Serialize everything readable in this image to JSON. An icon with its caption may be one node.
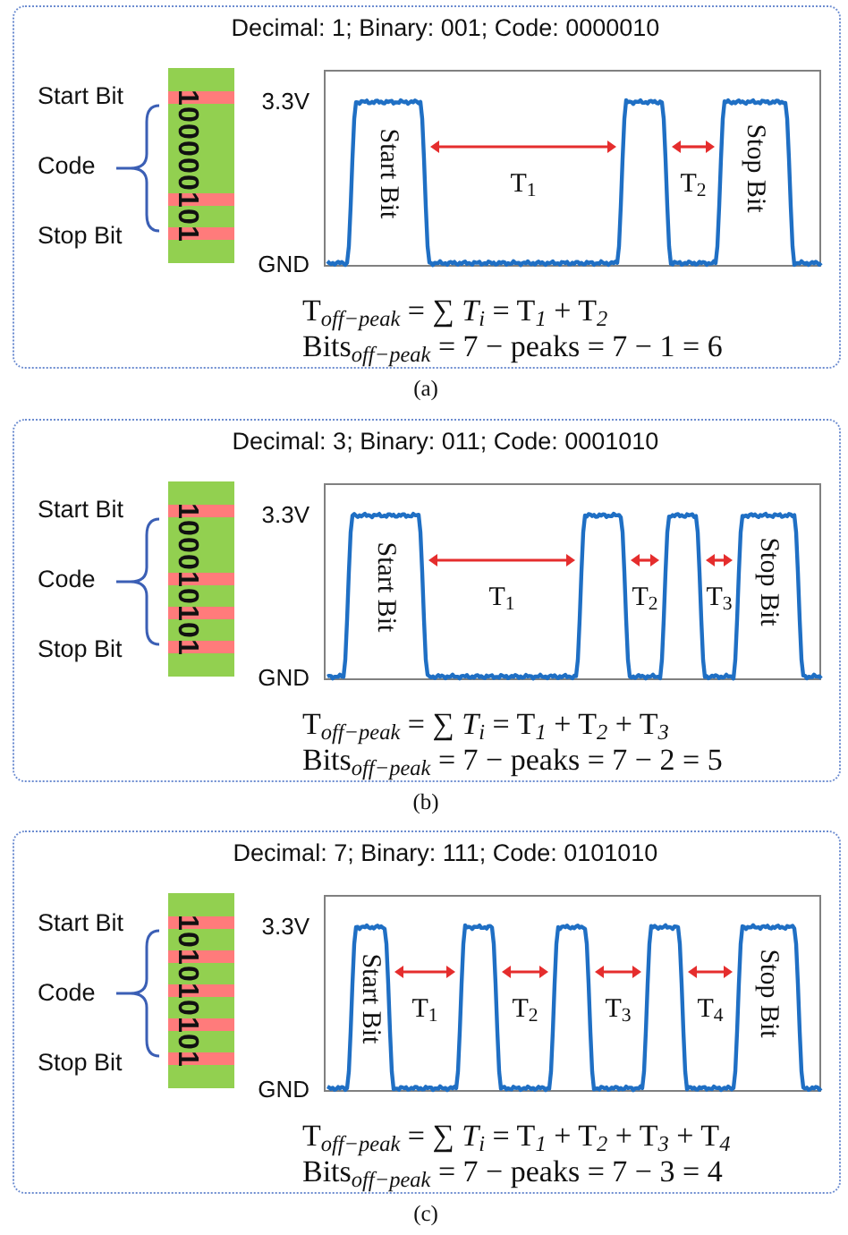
{
  "diagram": {
    "nodes": [
      {
        "text": [
          "Decimal: 1; Binary: 001; Code: 0000010"
        ],
        "beside": [
          "(a)"
        ]
      },
      {
        "text": [
          "100000101"
        ],
        "beside": [
          "Start Bit",
          "Code",
          "Stop Bit"
        ],
        "in": 0
      },
      {
        "text": [
          "Start Bit",
          "T$_{1}$",
          "T$_{2}$",
          "Stop Bit"
        ],
        "beside": [
          "3.3V",
          "GND"
        ],
        "in": 0
      },
      {
        "text": [
          "Decimal: 3; Binary: 011; Code: 0001010"
        ],
        "beside": [
          "(b)"
        ]
      },
      {
        "text": [
          "100010101"
        ],
        "beside": [
          "Start Bit",
          "Code",
          "Stop Bit"
        ],
        "in": 3
      },
      {
        "text": [
          "Start Bit",
          "T$_{1}$",
          "T$_{2}$",
          "T$_{3}$",
          "Stop Bit"
        ],
        "beside": [
          "3.3V",
          "GND"
        ],
        "in": 3
      },
      {
        "text": [
          "Decimal: 7; Binary: 111; Code: 0101010"
        ],
        "beside": [
          "(c)"
        ]
      },
      {
        "text": [
          "101010101"
        ],
        "beside": [
          "Start Bit",
          "Code",
          "Stop Bit"
        ],
        "in": 6
      },
      {
        "text": [
          "Start Bit",
          "T$_{1}$",
          "T$_{2}$",
          "T$_{3}$",
          "T$_{4}$",
          "Stop Bit"
        ],
        "beside": [
          "3.3V",
          "GND"
        ],
        "in": 6
      }
    ],
    "labels": [
      "T$_{off−peak}$ = ∑ *T*$_{i}$ = T$_{1}$ + T$_{2}$",
      "Bits$_{off−peak}$ = 7 − peaks = 7 − 1 = 6",
      "T$_{off−peak}$ = ∑ *T*$_{i}$ = T$_{1}$ + T$_{2}$ + T$_{3}$",
      "Bits$_{off−peak}$ = 7 − peaks = 7 − 2 = 5",
      "T$_{off−peak}$ = ∑ *T*$_{i}$ = T$_{1}$ + T$_{2}$ + T$_{3}$ + T$_{4}$",
      "Bits$_{off−peak}$ = 7 − peaks = 7 − 3 = 4"
    ]
  }
}
